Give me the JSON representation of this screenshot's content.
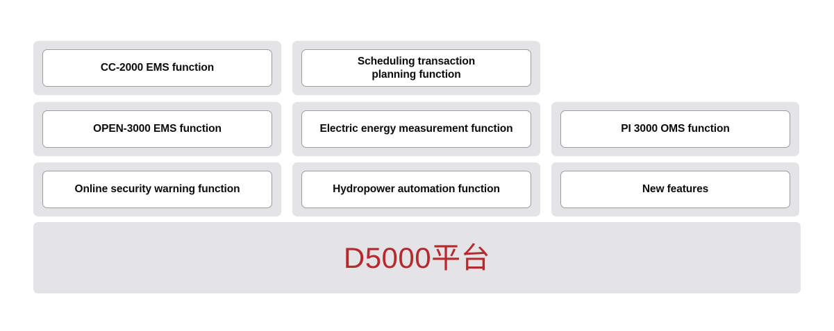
{
  "diagram": {
    "title_bar": {
      "label": "D5000平台",
      "color": "#b5292f"
    },
    "panel_color": "#e4e4e6",
    "card_background": "#ffffff",
    "card_border_color": "#9c9c9c",
    "rows": [
      {
        "cells": [
          {
            "label": "CC-2000 EMS function",
            "empty": false
          },
          {
            "label": "Scheduling transaction\nplanning function",
            "empty": false
          },
          {
            "label": "",
            "empty": true
          }
        ]
      },
      {
        "cells": [
          {
            "label": "OPEN-3000 EMS function",
            "empty": false
          },
          {
            "label": "Electric energy measurement function",
            "empty": false
          },
          {
            "label": "PI 3000 OMS function",
            "empty": false
          }
        ]
      },
      {
        "cells": [
          {
            "label": "Online security warning function",
            "empty": false
          },
          {
            "label": "Hydropower automation function",
            "empty": false
          },
          {
            "label": "New features",
            "empty": false
          }
        ]
      }
    ]
  }
}
